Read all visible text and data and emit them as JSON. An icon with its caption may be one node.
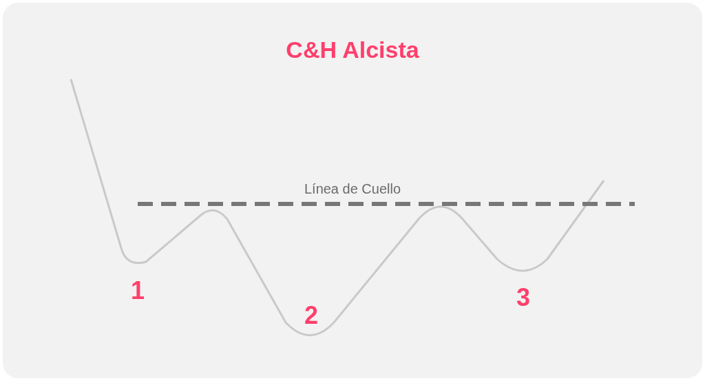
{
  "diagram": {
    "title": "C&H Alcista",
    "labels": [
      "Línea de Cuello",
      "1",
      "2",
      "3"
    ]
  }
}
